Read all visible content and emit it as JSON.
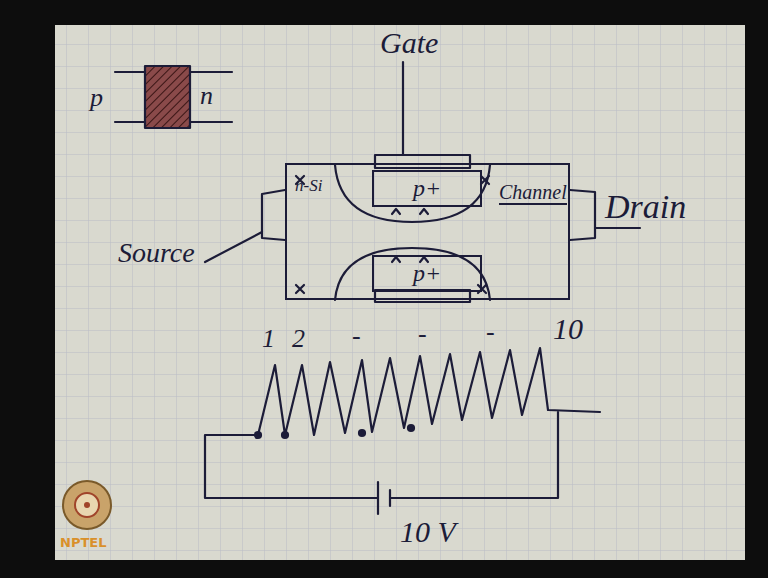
{
  "diagram": {
    "nodes": [
      {
        "text": [
          "n-Si",
          "Channel"
        ]
      },
      {
        "text": [
          "p+"
        ],
        "in": 0
      },
      {
        "text": [
          "p+"
        ],
        "in": 0
      }
    ],
    "labels": [
      "Gate",
      "p",
      "n",
      "Source",
      "Drain",
      "1",
      "2",
      "-",
      "-",
      "-",
      "10",
      "10 V",
      "NPTEL"
    ]
  }
}
